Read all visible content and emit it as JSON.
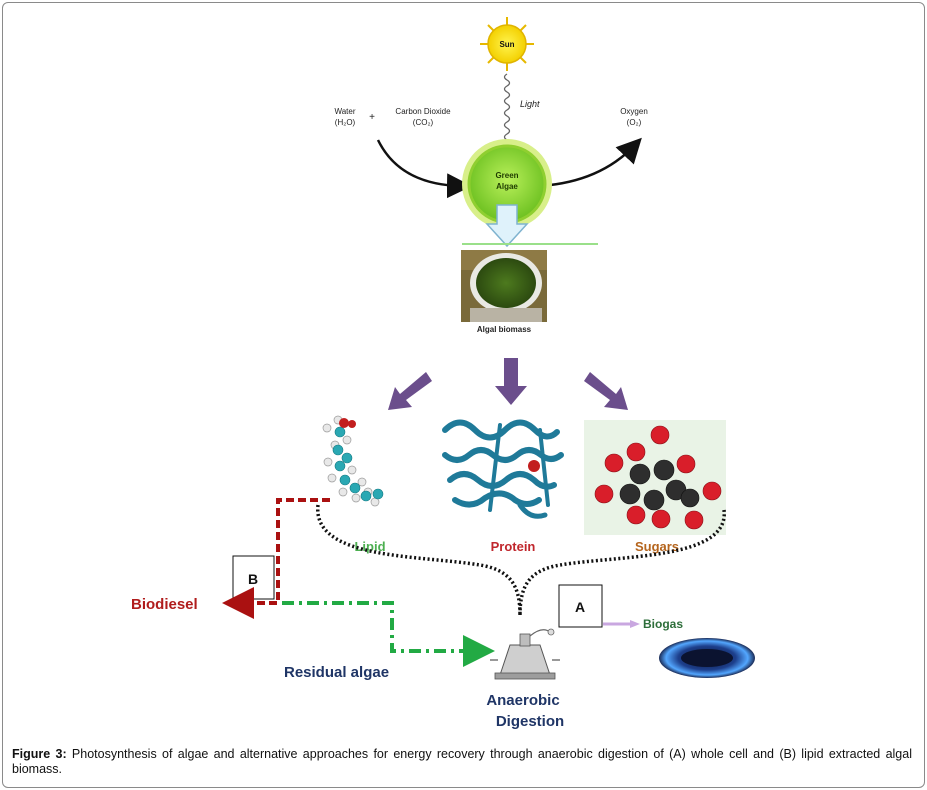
{
  "diagram": {
    "sun_label": "Sun",
    "light_label": "Light",
    "water_label_line1": "Water",
    "water_label_line2": "(H₂O)",
    "plus_sign": "+",
    "co2_label_line1": "Carbon Dioxide",
    "co2_label_line2": "(CO₂)",
    "oxygen_label_line1": "Oxygen",
    "oxygen_label_line2": "(O₂)",
    "green_algae_line1": "Green",
    "green_algae_line2": "Algae",
    "algal_biomass_label": "Algal biomass",
    "lipid_label": "Lipid",
    "protein_label": "Protein",
    "sugars_label": "Sugars",
    "box_b_label": "B",
    "box_a_label": "A",
    "biodiesel_label": "Biodiesel",
    "biogas_label": "Biogas",
    "residual_algae_label": "Residual algae",
    "anaerobic_line1": "Anaerobic",
    "anaerobic_line2": "Digestion",
    "colors": {
      "lipid": "#4caf50",
      "protein": "#c0262c",
      "sugars": "#b5651d",
      "biodiesel": "#b01c1c",
      "dark_navy": "#1f3566",
      "purple_arrow": "#6b4e8c",
      "green_dash": "#22aa44",
      "red_dash": "#aa1111"
    }
  },
  "caption": {
    "prefix": "Figure 3:",
    "text": " Photosynthesis of algae and alternative approaches for energy recovery through anaerobic digestion of (A) whole cell and (B) lipid extracted algal biomass."
  }
}
